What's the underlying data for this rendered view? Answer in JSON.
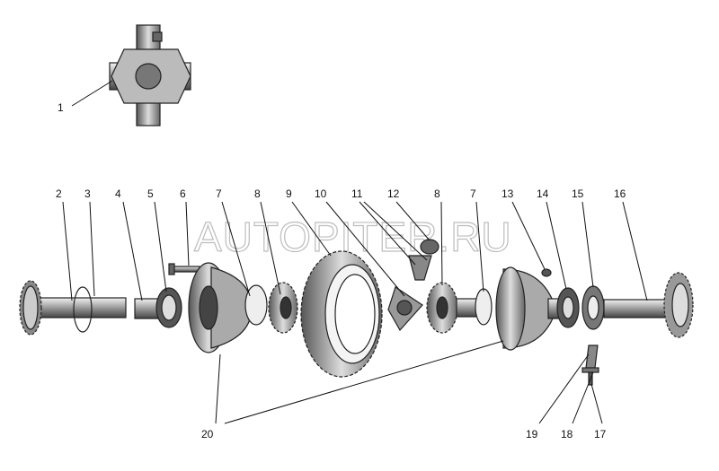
{
  "watermark": "AUTOPITER.RU",
  "callouts": {
    "c1": "1",
    "c2": "2",
    "c3": "3",
    "c4": "4",
    "c5": "5",
    "c6": "6",
    "c7a": "7",
    "c8a": "8",
    "c9": "9",
    "c10": "10",
    "c11": "11",
    "c12": "12",
    "c8b": "8",
    "c7b": "7",
    "c13": "13",
    "c14": "14",
    "c15": "15",
    "c16": "16",
    "c17": "17",
    "c18": "18",
    "c19": "19",
    "c20": "20"
  }
}
